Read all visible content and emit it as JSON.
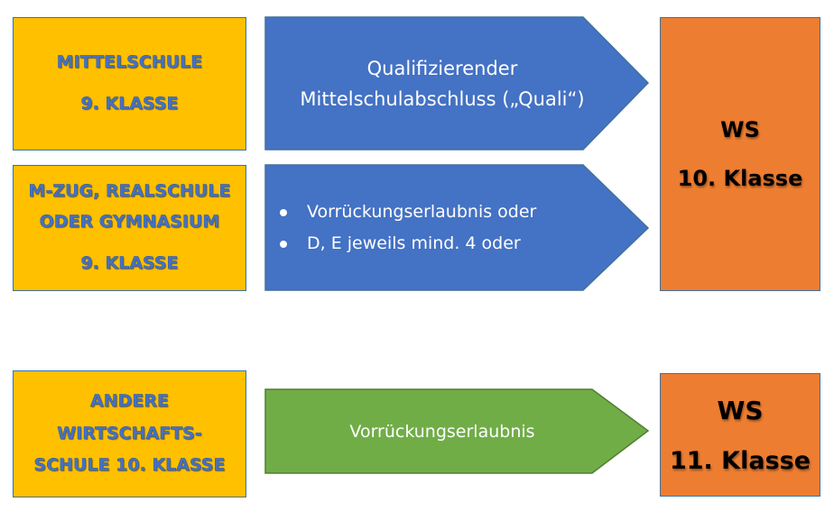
{
  "colors": {
    "source_box": "#ffc000",
    "source_text": "#4472c4",
    "arrow_blue": "#4472c4",
    "arrow_green": "#70ad47",
    "target_box": "#ed7d31",
    "box_border": "#41719c"
  },
  "rows": [
    {
      "source_lines": [
        "MITTELSCHULE",
        "9. KLASSE"
      ],
      "arrow_lines": [
        "Qualifizierender",
        "Mittelschulabschluss („Quali“)"
      ]
    },
    {
      "source_lines": [
        "M-ZUG, REALSCHULE",
        "ODER GYMNASIUM",
        "9. KLASSE"
      ],
      "arrow_bullets": [
        "Vorrückungserlaubnis oder",
        "D, E jeweils mind. 4 oder"
      ]
    },
    {
      "source_lines": [
        "ANDERE",
        "WIRTSCHAFTS-",
        "SCHULE 10. KLASSE"
      ],
      "arrow_lines": [
        "Vorrückungserlaubnis"
      ]
    }
  ],
  "targets": [
    {
      "lines": [
        "WS",
        "10. Klasse"
      ]
    },
    {
      "lines": [
        "WS",
        "11. Klasse"
      ]
    }
  ]
}
